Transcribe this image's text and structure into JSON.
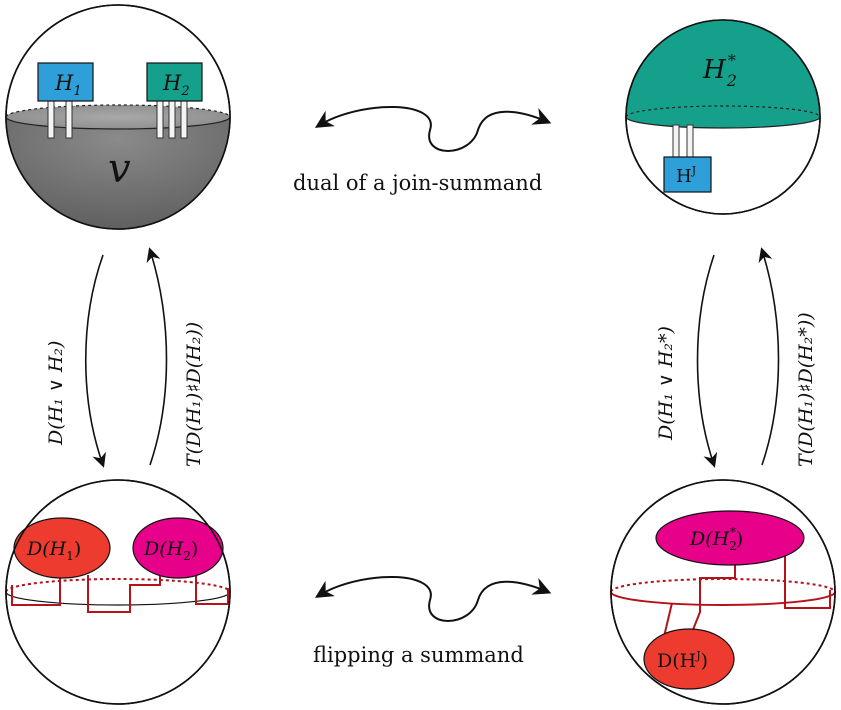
{
  "spheres": {
    "top_left": {
      "region_label": "v",
      "box1": {
        "base": "H",
        "sub": "1",
        "color": "#2e9fd8"
      },
      "box2": {
        "base": "H",
        "sub": "2",
        "color": "#14a08a"
      }
    },
    "top_right": {
      "cap_label": {
        "base": "H",
        "sub": "2",
        "sup": "*"
      },
      "cap_color": "#14a08a",
      "box": {
        "text": "H",
        "sup": "J",
        "color": "#2e9fd8"
      }
    },
    "bottom_left": {
      "blob1": {
        "text": "D(",
        "base": "H",
        "sub": "1",
        "close": ")",
        "color": "#ee3b2f"
      },
      "blob2": {
        "text": "D(",
        "base": "H",
        "sub": "2",
        "close": ")",
        "color": "#e6008a"
      }
    },
    "bottom_right": {
      "blob_top": {
        "text": "D(",
        "base": "H",
        "sub": "2",
        "sup": "*",
        "close": ")",
        "color": "#e6008a"
      },
      "blob_bottom": {
        "text": "D(H",
        "sup": "J",
        "close": ")",
        "color": "#ee3b2f"
      }
    }
  },
  "arrows": {
    "top_caption": "dual of a join-summand",
    "bottom_caption": "flipping a summand",
    "left_down": "D(H₁ ∨ H₂)",
    "left_up": "T(D(H₁)♯D(H₂))",
    "right_down": "D(H₁ ∨ H₂*)",
    "right_up": "T(D(H₁)♯D(H₂*))"
  },
  "colors": {
    "gray_region": "#707070",
    "dark_red_line": "#b5121b"
  }
}
